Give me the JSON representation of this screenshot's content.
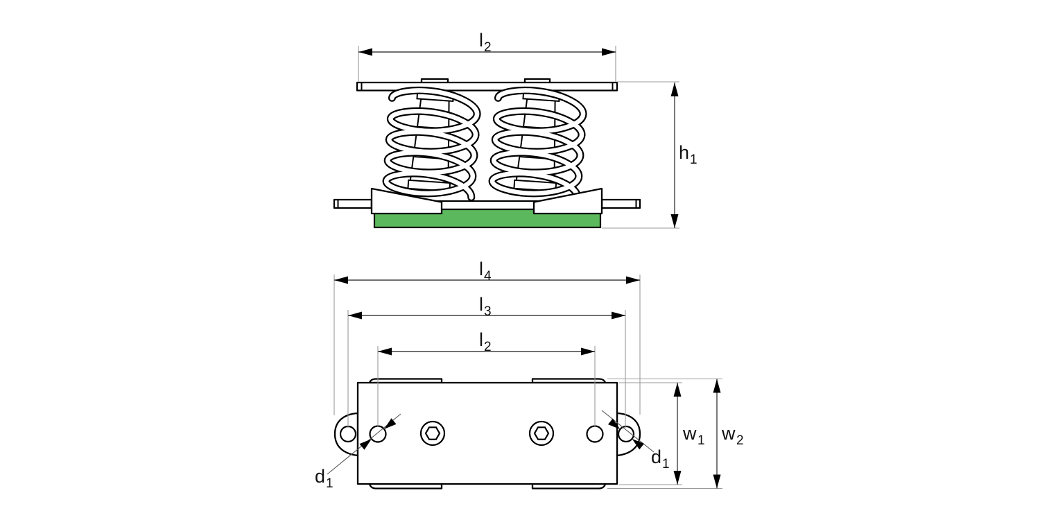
{
  "drawing_title": "spring-vibration-isolator-technical-drawing",
  "colors": {
    "pad_green": "#5cb85c",
    "line_black": "#000000",
    "dim_gray": "#404040",
    "ext_gray": "#999999"
  },
  "side_view": {
    "dim_l2": {
      "main": "l",
      "sub": "2"
    },
    "dim_h1": {
      "main": "h",
      "sub": "1"
    }
  },
  "plan_view": {
    "dim_l4": {
      "main": "l",
      "sub": "4"
    },
    "dim_l3": {
      "main": "l",
      "sub": "3"
    },
    "dim_l2": {
      "main": "l",
      "sub": "2"
    },
    "dim_w1": {
      "main": "w",
      "sub": "1"
    },
    "dim_w2": {
      "main": "w",
      "sub": "2"
    },
    "dim_d1_left": {
      "main": "d",
      "sub": "1"
    },
    "dim_d1_right": {
      "main": "d",
      "sub": "1"
    }
  }
}
